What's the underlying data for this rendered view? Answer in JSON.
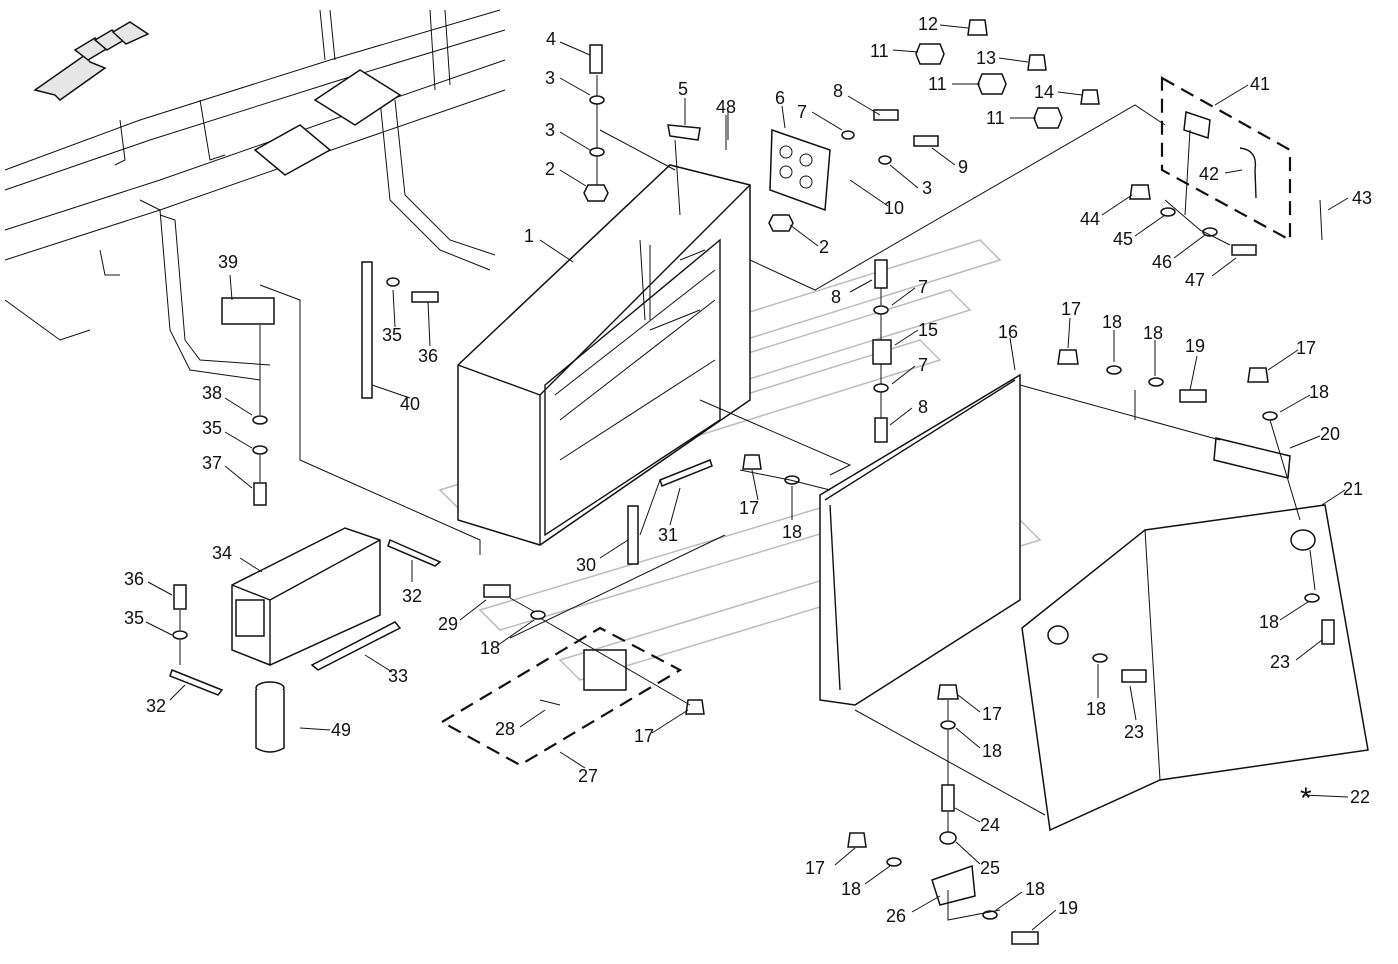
{
  "diagram": {
    "callouts": [
      "1",
      "2",
      "3",
      "4",
      "5",
      "6",
      "7",
      "8",
      "9",
      "10",
      "11",
      "12",
      "13",
      "14",
      "16",
      "15",
      "17",
      "18",
      "19",
      "20",
      "21",
      "22",
      "23",
      "24",
      "25",
      "26",
      "27",
      "28",
      "29",
      "30",
      "31",
      "32",
      "33",
      "34",
      "35",
      "36",
      "37",
      "38",
      "39",
      "40",
      "41",
      "42",
      "43",
      "44",
      "45",
      "46",
      "47",
      "48",
      "49"
    ],
    "legend_mark": "*",
    "legend_number": "22"
  }
}
